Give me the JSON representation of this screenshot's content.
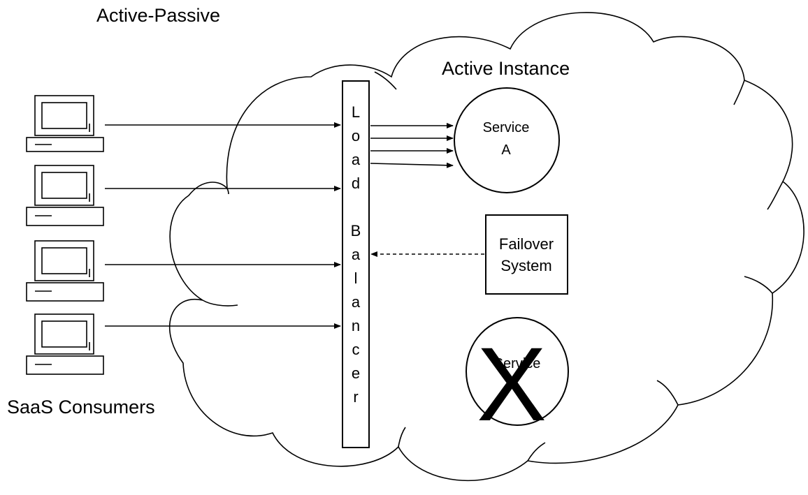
{
  "diagram": {
    "title": "Active-Passive",
    "active_instance_label": "Active Instance",
    "consumers_label": "SaaS Consumers",
    "load_balancer_letters": [
      "L",
      "o",
      "a",
      "d",
      "",
      "B",
      "a",
      "l",
      "a",
      "n",
      "c",
      "e",
      "r"
    ],
    "service_a": {
      "line1": "Service",
      "line2": "A"
    },
    "failover": {
      "line1": "Failover",
      "line2": "System"
    },
    "failed_service": {
      "label": "Service",
      "mark": "X",
      "status": "failed"
    },
    "consumer_count": 4,
    "icons": [
      "computer-terminal-icon",
      "failed-x-icon"
    ],
    "colors": {
      "stroke": "#000000",
      "background": "#ffffff"
    }
  }
}
